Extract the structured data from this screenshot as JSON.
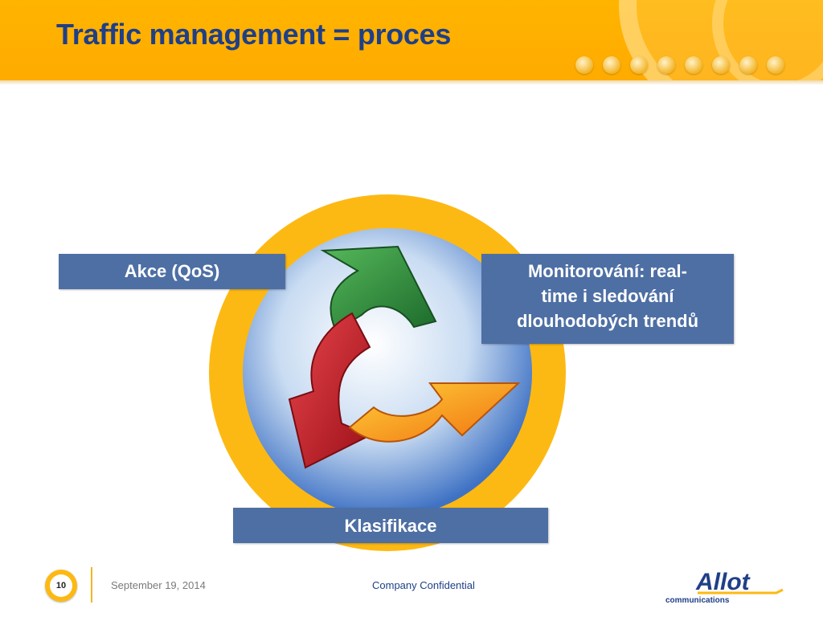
{
  "slide": {
    "title": "Traffic management = proces"
  },
  "header": {
    "bubbles": [
      "",
      "",
      "",
      "",
      "",
      "",
      "",
      ""
    ]
  },
  "labels": {
    "akce": "Akce (QoS)",
    "monitor_lines": [
      "Monitorování: real-",
      "time i sledování",
      "dlouhodobých trendů"
    ],
    "klasifikace": "Klasifikace"
  },
  "footer": {
    "page_number": "10",
    "date": "September 19, 2014",
    "confidential": "Company Confidential"
  },
  "logo": {
    "wordmark": "Allot",
    "tagline": "communications"
  },
  "colors": {
    "header_orange": "#ffb400",
    "title_blue": "#1f3f87",
    "label_box_blue": "#4e6fa4",
    "ring_orange": "#fdb913",
    "arrow_green": "#2e8b3a",
    "arrow_red": "#c8202a",
    "arrow_orange": "#f57f17"
  },
  "icons": [
    "cycle-arrows-icon",
    "allot-logo-icon"
  ]
}
